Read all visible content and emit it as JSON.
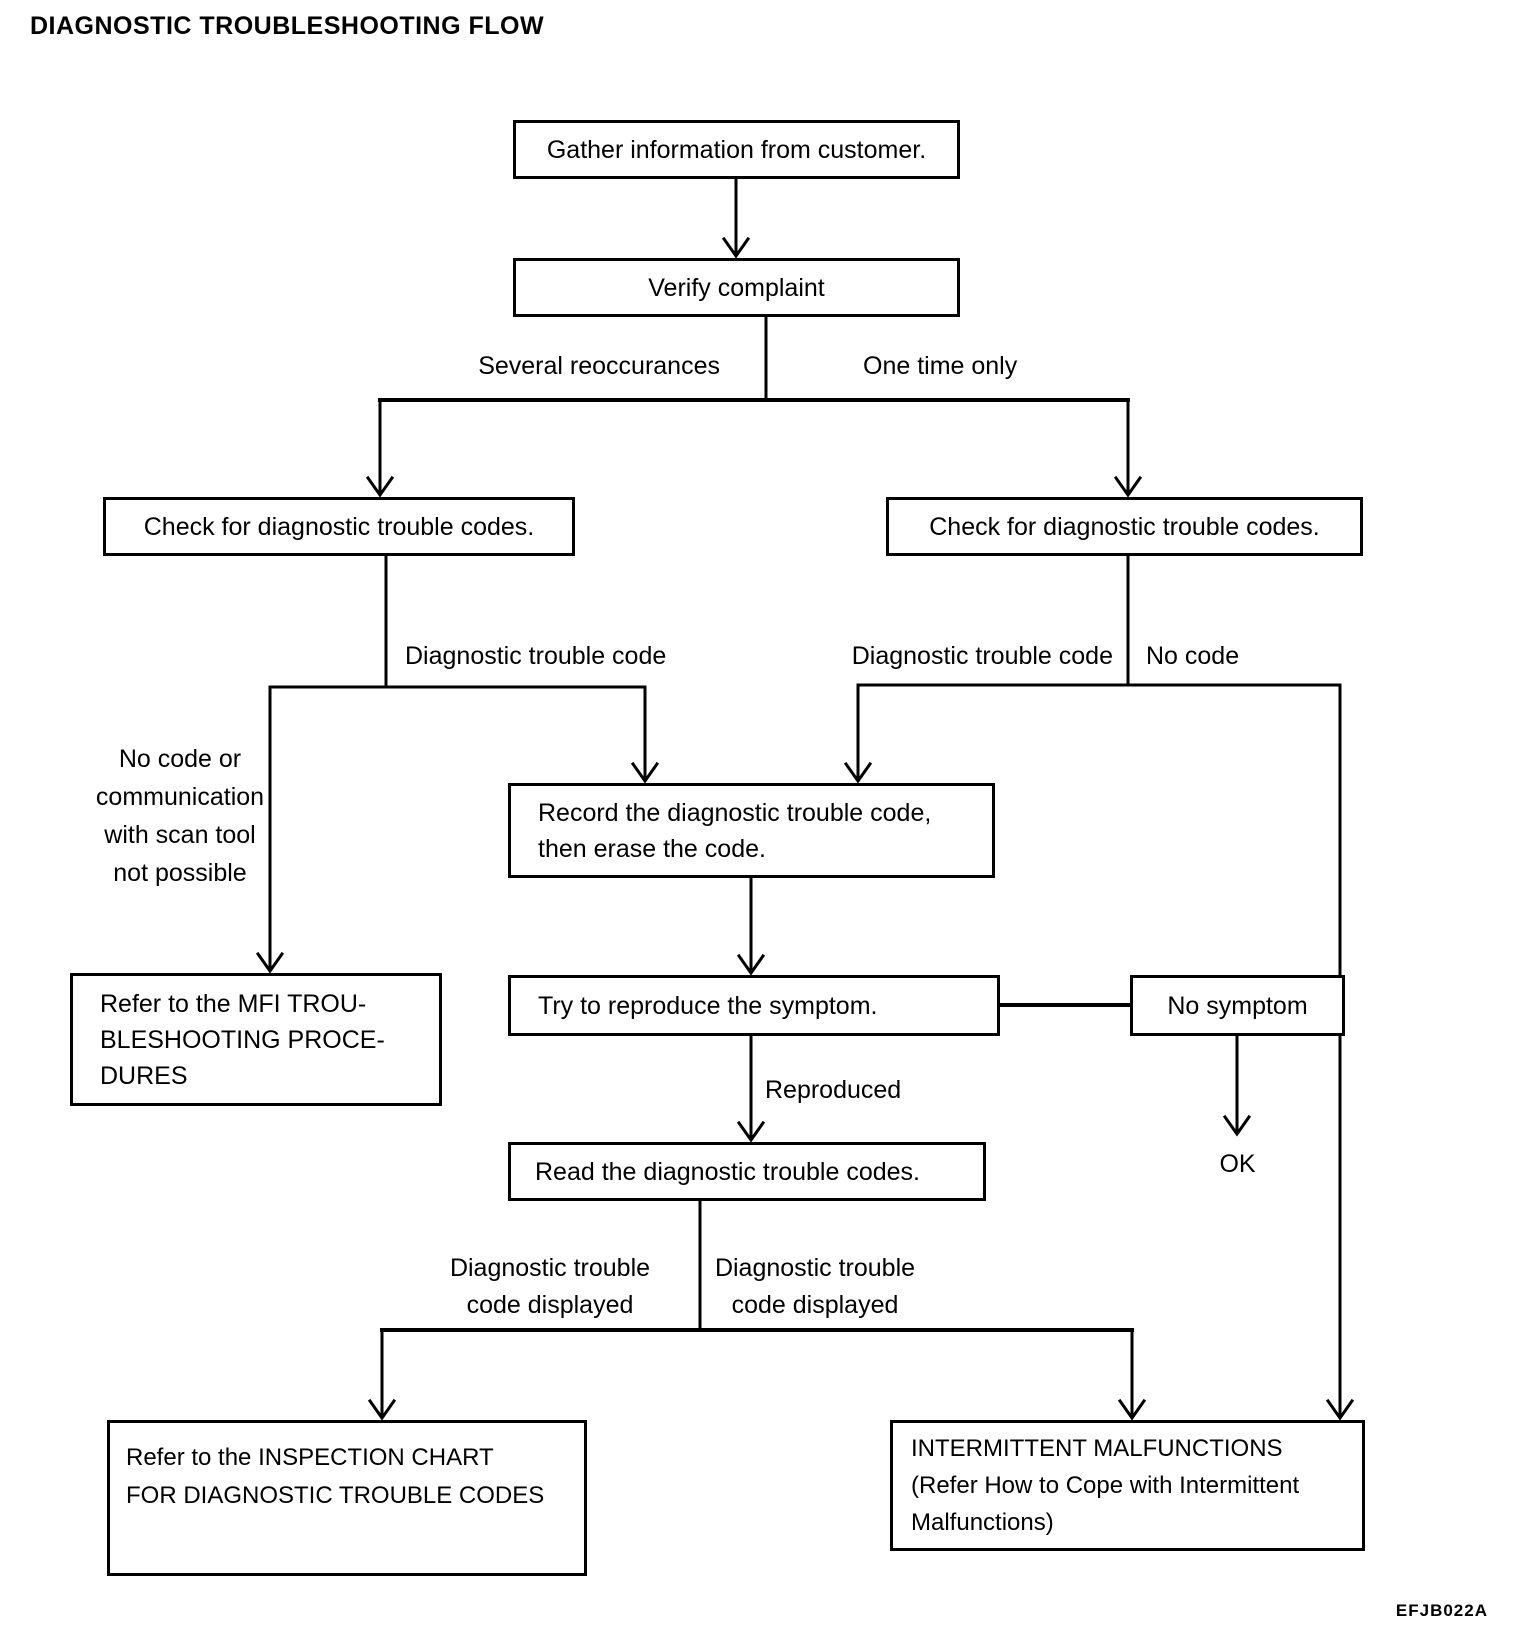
{
  "page": {
    "title": "DIAGNOSTIC TROUBLESHOOTING FLOW",
    "figure_code": "EFJB022A",
    "colors": {
      "ink": "#000000",
      "paper": "#ffffff"
    }
  },
  "flow": {
    "nodes": {
      "gather": {
        "label": "Gather information from customer."
      },
      "verify": {
        "label": "Verify complaint"
      },
      "check_left": {
        "label": "Check for diagnostic trouble codes."
      },
      "check_right": {
        "label": "Check for diagnostic trouble codes."
      },
      "record": {
        "lines": [
          "Record the diagnostic trouble code,",
          "then erase the code."
        ]
      },
      "mfi": {
        "lines": [
          "Refer to the MFI TROU-",
          "BLESHOOTING PROCE-",
          "DURES"
        ]
      },
      "try_reproduce": {
        "label": "Try to reproduce the symptom."
      },
      "no_symptom": {
        "label": "No symptom"
      },
      "read": {
        "label": "Read the diagnostic trouble codes."
      },
      "inspection": {
        "lines": [
          "Refer to the INSPECTION CHART",
          "FOR DIAGNOSTIC TROUBLE CODES"
        ]
      },
      "intermittent": {
        "lines": [
          "INTERMITTENT MALFUNCTIONS",
          "(Refer How to Cope with Intermittent",
          "Malfunctions)"
        ]
      }
    },
    "edge_labels": {
      "several_reoccurances": "Several reoccurances",
      "one_time_only": "One time only",
      "dtc_left": "Diagnostic trouble code",
      "dtc_right": "Diagnostic trouble code",
      "no_code": "No code",
      "no_code_block": {
        "lines": [
          "No code or",
          "communication",
          "with scan tool",
          "not possible"
        ]
      },
      "reproduced": "Reproduced",
      "ok": "OK",
      "dtc_displayed_left": {
        "lines": [
          "Diagnostic trouble",
          "code displayed"
        ]
      },
      "dtc_displayed_right": {
        "lines": [
          "Diagnostic trouble",
          "code displayed"
        ]
      }
    }
  }
}
